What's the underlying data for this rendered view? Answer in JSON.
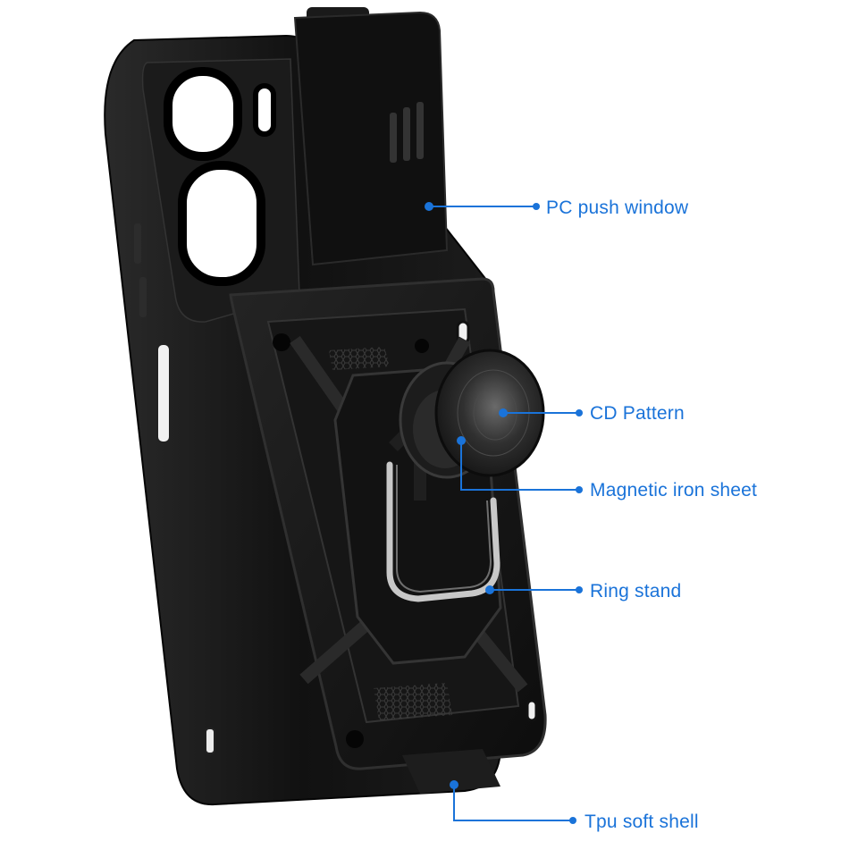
{
  "theme": {
    "accent": "#1a73d9",
    "case_color": "#141414",
    "case_edge": "#2e2e2e",
    "ring_color": "#c8c8c8"
  },
  "callouts": [
    {
      "id": "pc-push-window",
      "label": "PC push window"
    },
    {
      "id": "cd-pattern",
      "label": "CD Pattern"
    },
    {
      "id": "magnetic-iron-sheet",
      "label": "Magnetic iron sheet"
    },
    {
      "id": "ring-stand",
      "label": "Ring stand"
    },
    {
      "id": "tpu-soft-shell",
      "label": "Tpu soft shell"
    }
  ]
}
